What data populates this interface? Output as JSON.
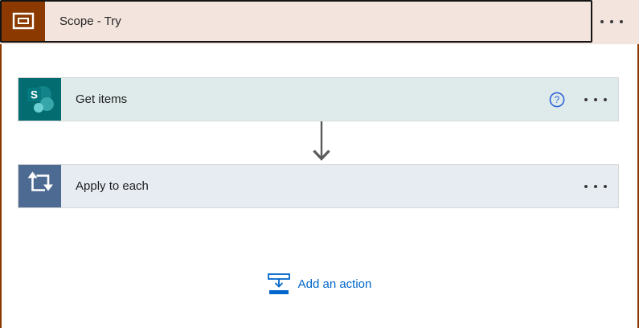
{
  "scope": {
    "title": "Scope - Try",
    "accent_color": "#8C3900",
    "header_background": "#F3E5DE",
    "icon": "scope-nested-rectangle-icon",
    "menu_icon": "more-options-ellipsis-icon"
  },
  "actions": [
    {
      "title": "Get items",
      "icon": "sharepoint-icon",
      "icon_color": "#036C70",
      "background": "#DFEBEB",
      "help_icon": "help-question-icon",
      "menu_icon": "more-options-ellipsis-icon"
    },
    {
      "title": "Apply to each",
      "icon": "apply-to-each-loop-icon",
      "icon_color": "#4D6A92",
      "background": "#E7EBF2",
      "menu_icon": "more-options-ellipsis-icon"
    }
  ],
  "connector_arrow": {
    "icon": "arrow-down-icon",
    "color": "#5A5A5A"
  },
  "add_action": {
    "label": "Add an action",
    "icon": "add-action-insert-icon",
    "color": "#0066CC"
  }
}
